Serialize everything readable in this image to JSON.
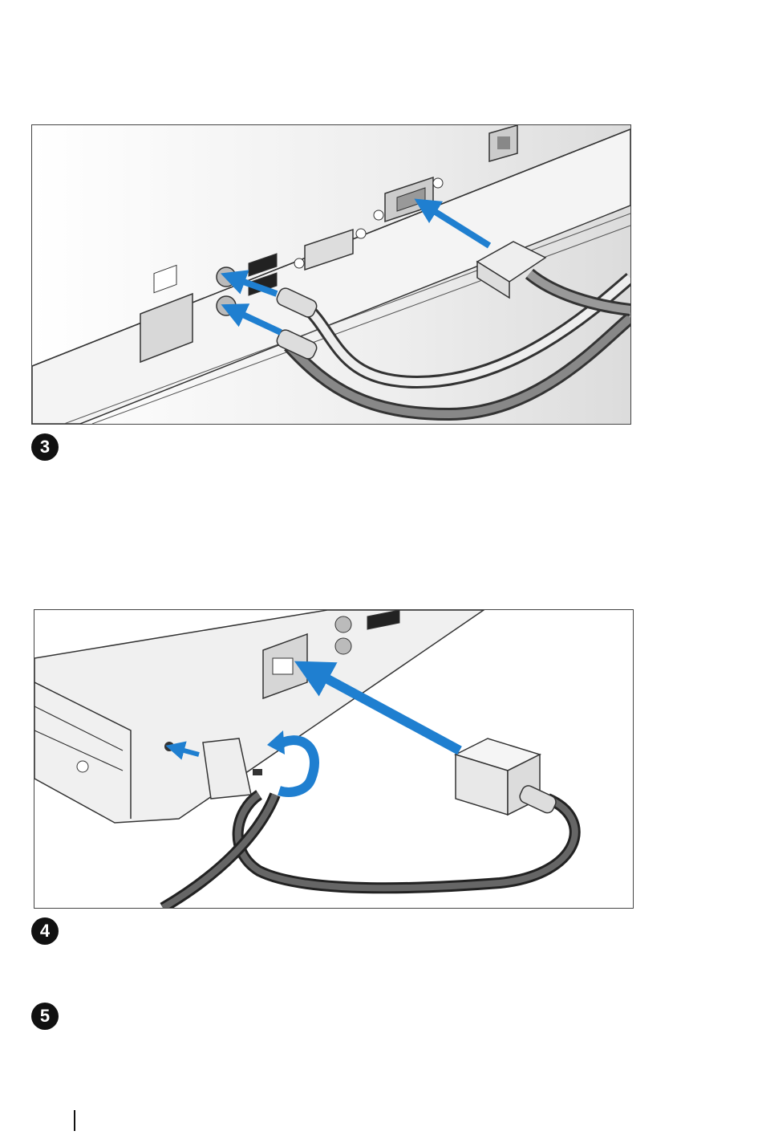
{
  "steps": [
    {
      "number": "3"
    },
    {
      "number": "4"
    },
    {
      "number": "5"
    }
  ],
  "colors": {
    "arrow_blue": "#1f7fd0",
    "chassis": "#f1f1f1",
    "outline": "#2a2a2a",
    "cable_dark": "#555555",
    "cable_light": "#eeeeee"
  },
  "figures": [
    {
      "subject": "rear-panel-keyboard-mouse-monitor-connection",
      "icon": "cable-connection-illustration"
    },
    {
      "subject": "power-cord-and-retention-clip",
      "icon": "power-connection-illustration"
    }
  ]
}
